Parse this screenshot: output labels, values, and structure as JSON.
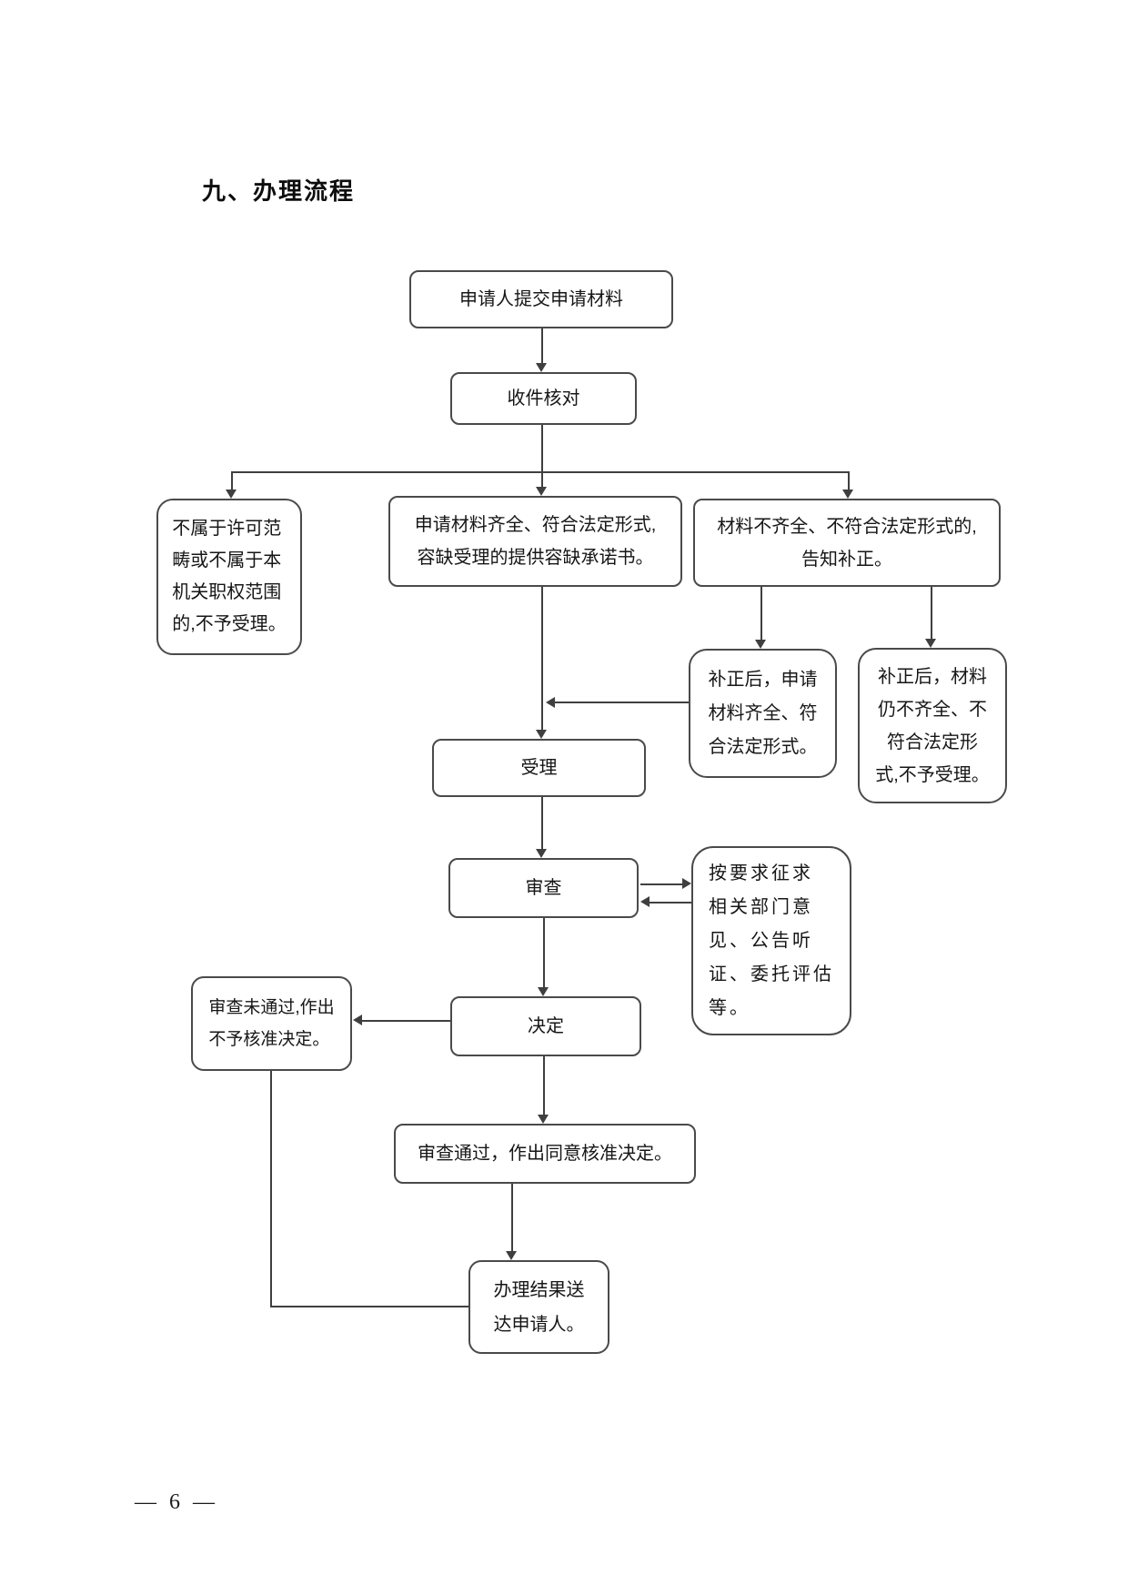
{
  "title": "九、办理流程",
  "page_number": "— 6 —",
  "colors": {
    "background": "#ffffff",
    "line": "#3f3f3f",
    "border": "#4a4a4a",
    "text": "#161616"
  },
  "flowchart": {
    "nodes": {
      "submit": "申请人提交申请材料",
      "receive_check": "收件核对",
      "out_of_scope": "不属于许可范\n畴或不属于本\n机关职权范围\n的,不予受理。",
      "complete": "申请材料齐全、符合法定形式,\n容缺受理的提供容缺承诺书。",
      "incomplete": "材料不齐全、不符合法定形式的,\n告知补正。",
      "corrected_complete": "补正后，申请\n材料齐全、符\n合法定形式。",
      "corrected_incomplete": "补正后，材料\n仍不齐全、不\n符合法定形\n式,不予受理。",
      "accept": "受理",
      "review": "审查",
      "consult": "按要求征求\n相关部门意\n见、公告听\n证、委托评估\n等。",
      "decision": "决定",
      "review_failed": "审查未通过,作出\n不予核准决定。",
      "review_passed": "审查通过，作出同意核准决定。",
      "deliver": "办理结果送\n达申请人。"
    }
  }
}
